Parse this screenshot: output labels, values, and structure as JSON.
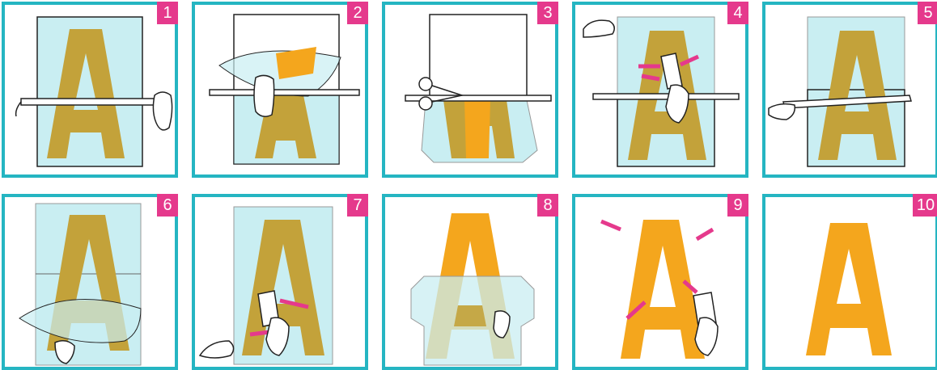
{
  "letter": "A",
  "colors": {
    "frame": "#25b5c2",
    "badge": "#e5398c",
    "transfer_tape": "#c9eef2",
    "letter_under_tape": "#c3a23a",
    "letter_exposed": "#f4a61d",
    "arrows": "#e5398c"
  },
  "steps": [
    {
      "number": "1"
    },
    {
      "number": "2"
    },
    {
      "number": "3"
    },
    {
      "number": "4"
    },
    {
      "number": "5"
    },
    {
      "number": "6"
    },
    {
      "number": "7"
    },
    {
      "number": "8"
    },
    {
      "number": "9"
    },
    {
      "number": "10"
    }
  ]
}
